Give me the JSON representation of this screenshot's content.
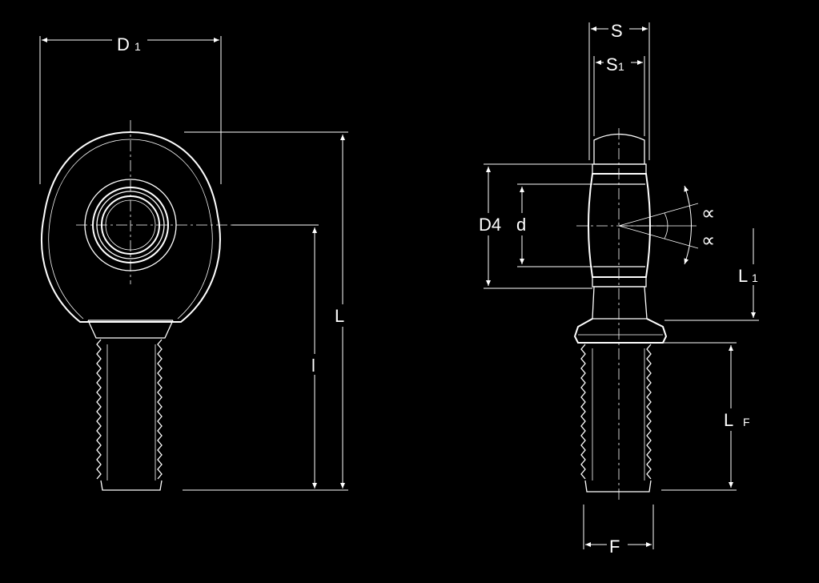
{
  "front_view": {
    "dim_D1": {
      "main": "D",
      "sub": "1"
    },
    "dim_L": "L",
    "dim_l": "l"
  },
  "side_view": {
    "dim_S": "S",
    "dim_S1": {
      "main": "S",
      "sub": "1"
    },
    "dim_D4": "D4",
    "dim_d": "d",
    "alpha_upper": "∝",
    "alpha_lower": "∝",
    "dim_L1": {
      "main": "L",
      "sub": "1"
    },
    "dim_LF": {
      "main": "L",
      "sub": "F"
    },
    "dim_F": "F"
  },
  "colors": {
    "background": "#000000",
    "lines": "#ffffff"
  }
}
